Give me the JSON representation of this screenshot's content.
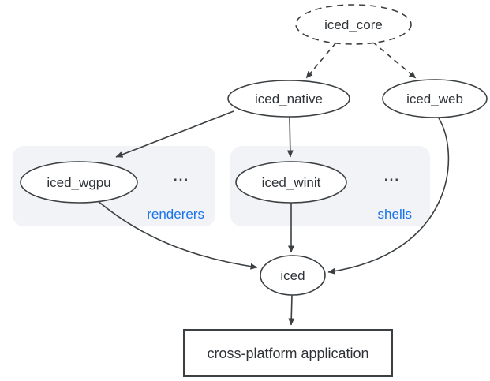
{
  "diagram": {
    "type": "dependency-graph",
    "nodes": [
      {
        "id": "iced_core",
        "label": "iced_core",
        "shape": "ellipse",
        "border": "dashed"
      },
      {
        "id": "iced_native",
        "label": "iced_native",
        "shape": "ellipse",
        "border": "solid"
      },
      {
        "id": "iced_web",
        "label": "iced_web",
        "shape": "ellipse",
        "border": "solid"
      },
      {
        "id": "iced_wgpu",
        "label": "iced_wgpu",
        "shape": "ellipse",
        "border": "solid",
        "group": "renderers"
      },
      {
        "id": "iced_winit",
        "label": "iced_winit",
        "shape": "ellipse",
        "border": "solid",
        "group": "shells"
      },
      {
        "id": "iced",
        "label": "iced",
        "shape": "ellipse",
        "border": "solid"
      },
      {
        "id": "application",
        "label": "cross-platform application",
        "shape": "rect",
        "border": "solid"
      }
    ],
    "groups": [
      {
        "id": "renderers",
        "label": "renderers",
        "ellipsis": "..."
      },
      {
        "id": "shells",
        "label": "shells",
        "ellipsis": "..."
      }
    ],
    "edges": [
      {
        "from": "iced_core",
        "to": "iced_native",
        "style": "dashed"
      },
      {
        "from": "iced_core",
        "to": "iced_web",
        "style": "dashed"
      },
      {
        "from": "iced_native",
        "to": "iced_wgpu",
        "style": "solid"
      },
      {
        "from": "iced_native",
        "to": "iced_winit",
        "style": "solid"
      },
      {
        "from": "iced_wgpu",
        "to": "iced",
        "style": "solid"
      },
      {
        "from": "iced_winit",
        "to": "iced",
        "style": "solid"
      },
      {
        "from": "iced_web",
        "to": "iced",
        "style": "solid"
      },
      {
        "from": "iced",
        "to": "application",
        "style": "solid"
      }
    ],
    "colors": {
      "stroke": "#3c4043",
      "text": "#2f3337",
      "group_label": "#1a73e8",
      "group_fill": "#f1f3f6",
      "background": "#ffffff"
    }
  }
}
